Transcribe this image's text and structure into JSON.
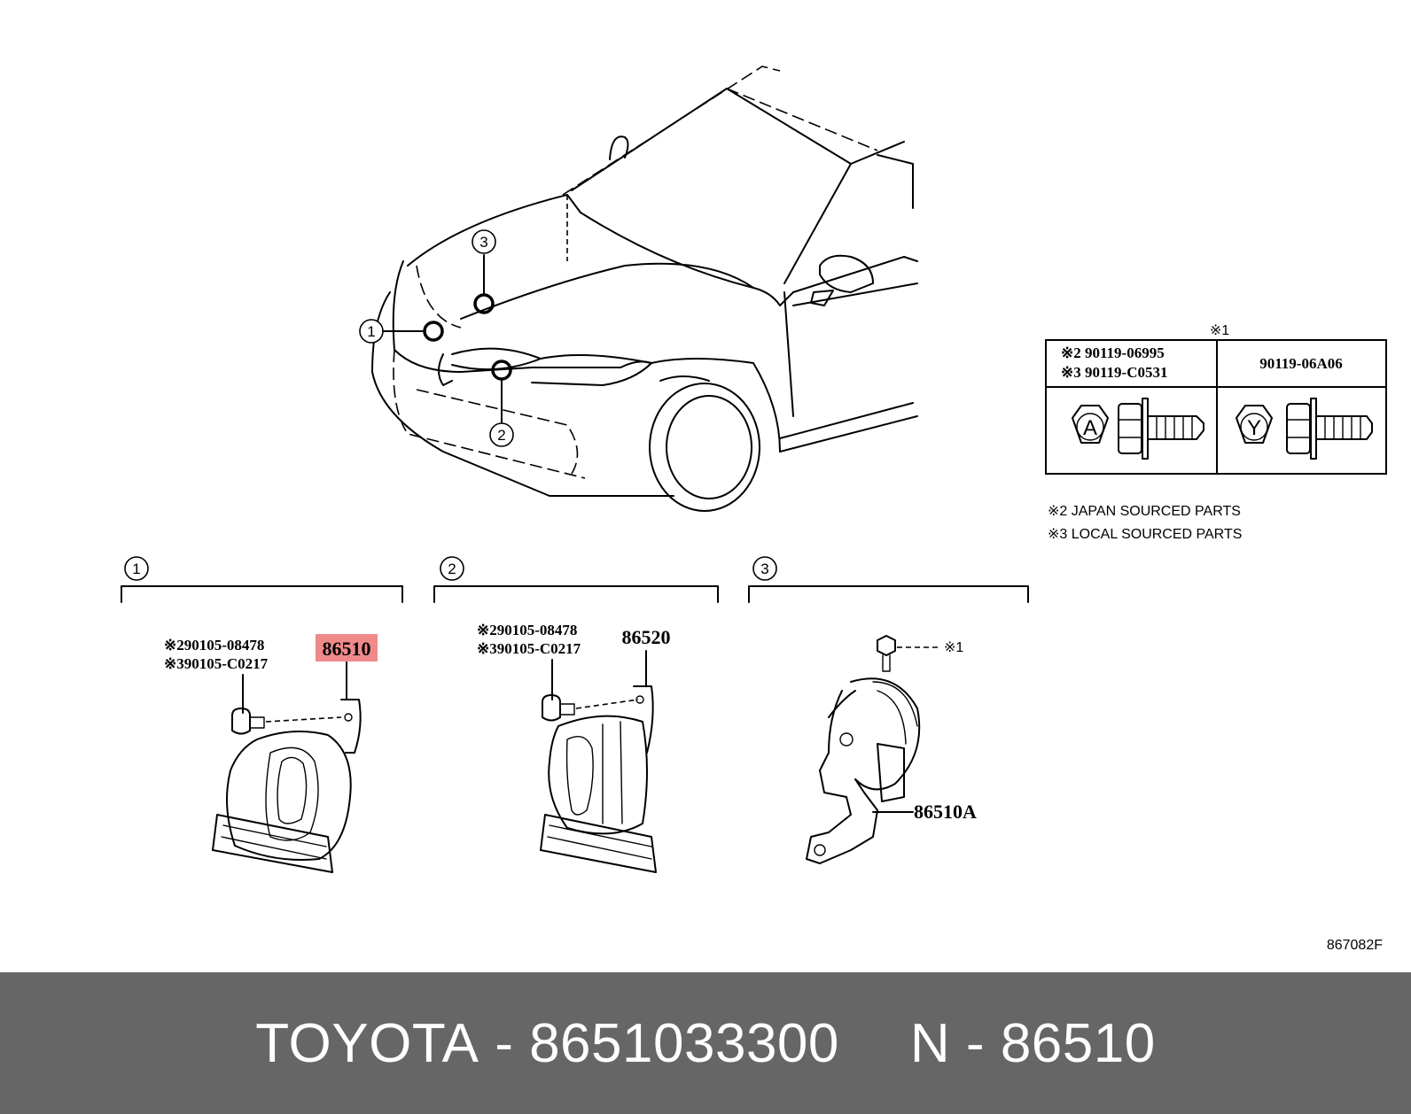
{
  "diagram_code": "867082F",
  "callouts": {
    "c1": "1",
    "c2": "2",
    "c3": "3"
  },
  "fastener_table": {
    "header_mark": "※1",
    "left_rows": [
      "※2 90119-06995",
      "※3 90119-C0531"
    ],
    "right_header": "90119-06A06",
    "symbol_left": "A",
    "symbol_right": "Y"
  },
  "notes": [
    "※2 JAPAN SOURCED PARTS",
    "※3 LOCAL SOURCED PARTS"
  ],
  "sections": [
    {
      "num": "1",
      "bolt_lines": [
        "※290105-08478",
        "※390105-C0217"
      ],
      "part": "86510",
      "highlighted": true,
      "highlight_color": "#f08a8a"
    },
    {
      "num": "2",
      "bolt_lines": [
        "※290105-08478",
        "※390105-C0217"
      ],
      "part": "86520",
      "highlighted": false
    },
    {
      "num": "3",
      "bolt_mark": "※1",
      "part": "86510A",
      "highlighted": false
    }
  ],
  "footer": {
    "brand": "TOYOTA",
    "sep": "-",
    "part_number": "8651033300",
    "n_label": "N",
    "n_sep": "-",
    "n_value": "86510"
  }
}
